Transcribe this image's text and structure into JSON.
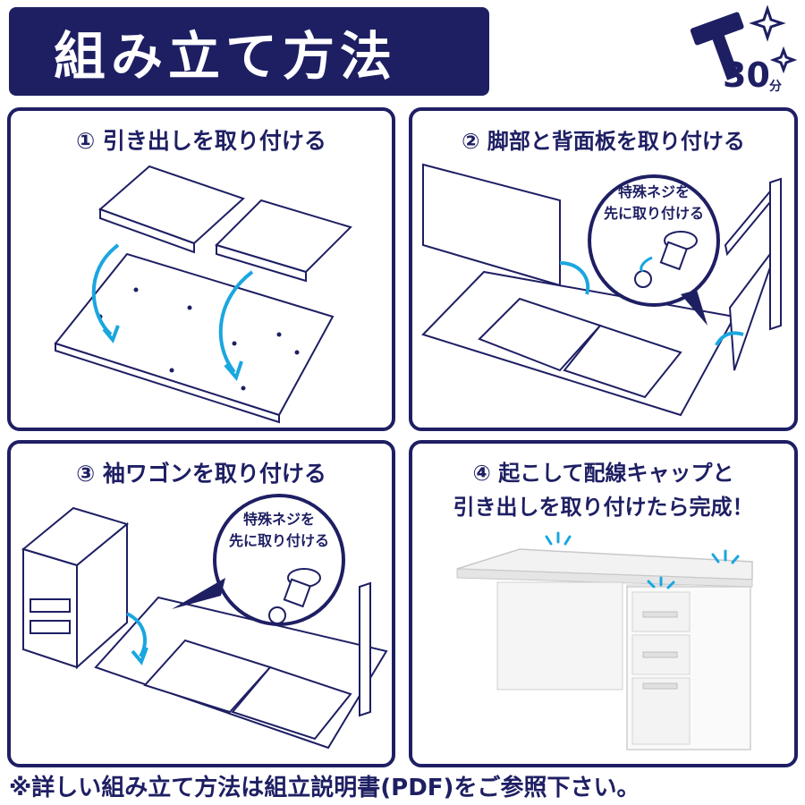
{
  "title": "組み立て方法",
  "time_badge": {
    "value": "30",
    "unit": "分",
    "icon": "hammer-icon"
  },
  "steps": [
    {
      "label": "① 引き出しを取り付ける"
    },
    {
      "label": "② 脚部と背面板を取り付ける",
      "callout": [
        "特殊ネジを",
        "先に取り付ける"
      ]
    },
    {
      "label": "③ 袖ワゴンを取り付ける",
      "callout": [
        "特殊ネジを",
        "先に取り付ける"
      ]
    },
    {
      "label_lines": [
        "④ 起こして配線キャップと",
        "引き出しを取り付けたら完成！"
      ]
    }
  ],
  "footer": "※詳しい組み立て方法は組立説明書(PDF)をご参照下さい。",
  "colors": {
    "navy": "#1e1f63",
    "arrow": "#1aa6e0",
    "panel_border": "#1e1f63"
  }
}
